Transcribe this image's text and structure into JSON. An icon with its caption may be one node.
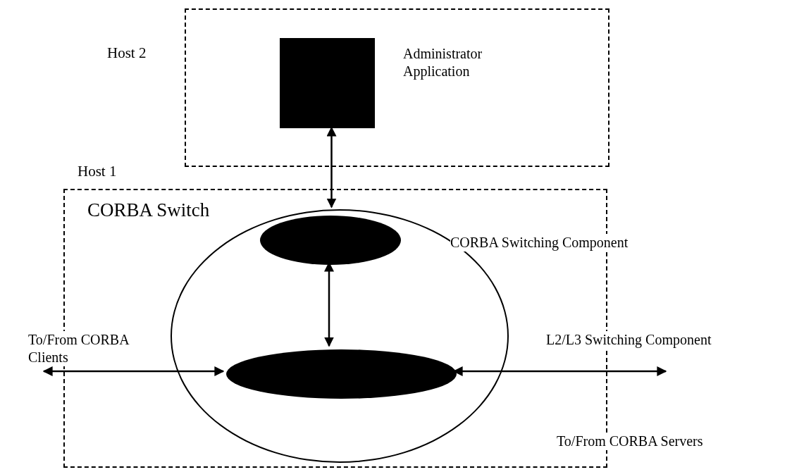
{
  "diagram": {
    "nodes": [
      {
        "text": [
          "Host 2"
        ]
      },
      {
        "text": [],
        "shape": "box",
        "in": 0,
        "beside": [
          "Administrator Application"
        ]
      },
      {
        "text": [
          "Host 1"
        ]
      },
      {
        "text": [
          "CORBA Switch"
        ],
        "in": 2
      },
      {
        "text": [],
        "shape": "ellipse",
        "in": 3,
        "beside": [
          "CORBA Switching Component"
        ]
      },
      {
        "text": [],
        "shape": "ellipse",
        "in": 3
      }
    ],
    "labels": [
      "L2/L3 Switching Component"
    ],
    "edges": [
      {
        "from": 1,
        "to": 3,
        "arrow": "both"
      },
      {
        "from": 4,
        "to": 5,
        "arrow": "both"
      },
      {
        "from": null,
        "to": 5,
        "arrow": "both",
        "label": "To/From CORBA Clients"
      },
      {
        "from": 5,
        "to": null,
        "arrow": "both",
        "label": "To/From CORBA Servers"
      }
    ]
  }
}
